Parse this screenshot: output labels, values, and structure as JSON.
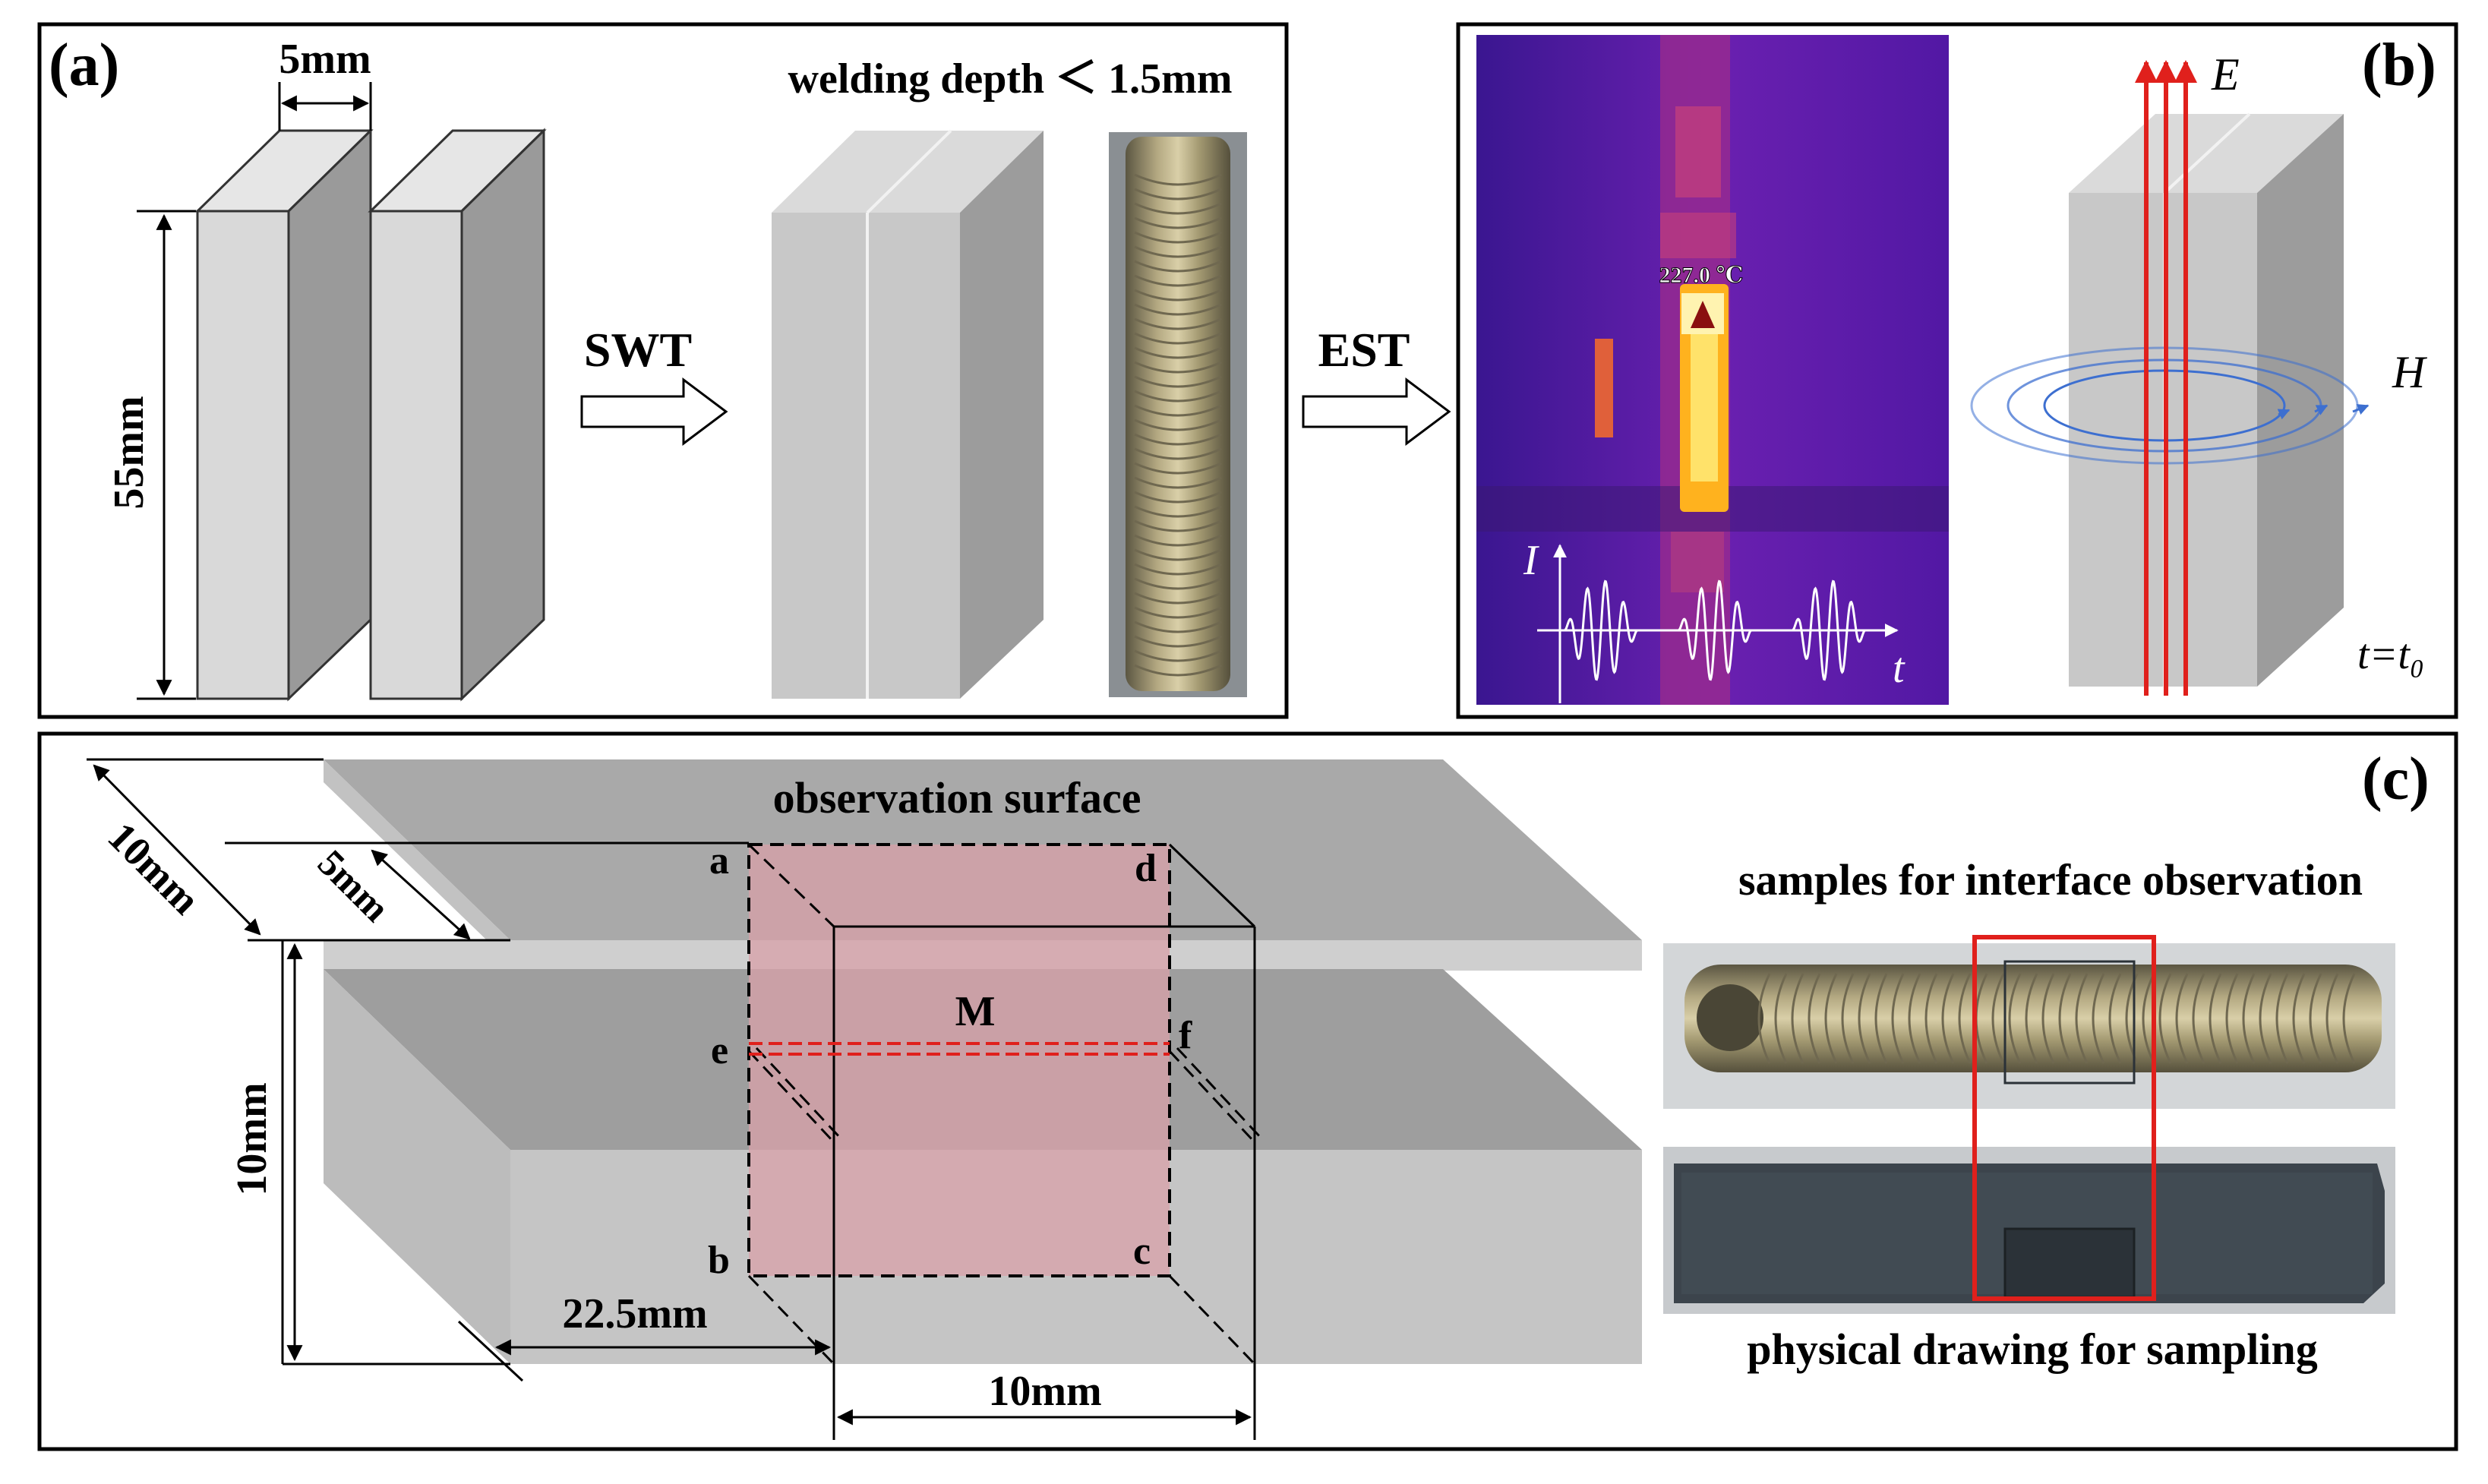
{
  "panel_a": {
    "label": "(a)",
    "dim_thickness": "5mm",
    "dim_height": "55mm",
    "process_arrow_label": "SWT",
    "depth_note": "welding depth ＜ 1.5mm"
  },
  "panel_b": {
    "label": "(b)",
    "process_arrow_label": "EST",
    "temperature_readout": "227.0 ℃",
    "current_axis": "I",
    "time_axis": "t",
    "field_E": "E",
    "field_H": "H",
    "time_condition": "t=t₀"
  },
  "panel_c": {
    "label": "(c)",
    "surface_title": "observation surface",
    "dim_depth": "10mm",
    "dim_inner_depth": "5mm",
    "dim_height": "10mm",
    "dim_offset": "22.5mm",
    "dim_width": "10mm",
    "corner_a": "a",
    "corner_b": "b",
    "corner_c": "c",
    "corner_d": "d",
    "point_e": "e",
    "point_f": "f",
    "midline": "M",
    "photo_top_caption": "samples for interface observation",
    "photo_bottom_caption": "physical drawing for sampling"
  },
  "colors": {
    "thermal_bg": "#5a1aa8",
    "thermal_hot": "#ffd23a",
    "field_line": "#e0201c",
    "magnetic_line": "#3d6fd0",
    "section_fill": "#d8a0a8",
    "highlight_box": "#e0201c"
  }
}
